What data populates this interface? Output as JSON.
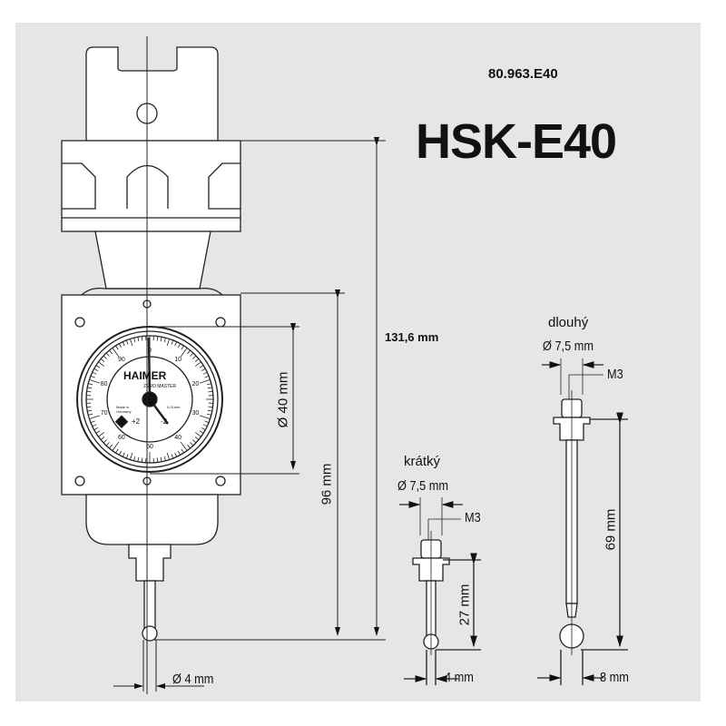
{
  "part_number": "80.963.E40",
  "title": "HSK-E40",
  "dimensions": {
    "overall_length": "131,6 mm",
    "body_height": "96 mm",
    "dial_diameter": "Ø 40 mm",
    "tip_diameter": "Ø 4 mm"
  },
  "dial": {
    "brand": "HAIMER",
    "model": "ZERO MASTER",
    "made_in": "Made in Germany",
    "resolution": "0,01mm",
    "ticks": [
      "0",
      "10",
      "20",
      "30",
      "40",
      "50",
      "60",
      "70",
      "80",
      "90"
    ],
    "minus": "-2",
    "plus": "+2"
  },
  "short_stylus": {
    "name": "krátký",
    "diameter": "Ø 7,5 mm",
    "thread": "M3",
    "length": "27 mm",
    "ball": "4 mm"
  },
  "long_stylus": {
    "name": "dlouhý",
    "diameter": "Ø 7,5 mm",
    "thread": "M3",
    "length": "69 mm",
    "ball": "8 mm"
  },
  "colors": {
    "panel": "#e6e6e6",
    "line": "#222222"
  }
}
